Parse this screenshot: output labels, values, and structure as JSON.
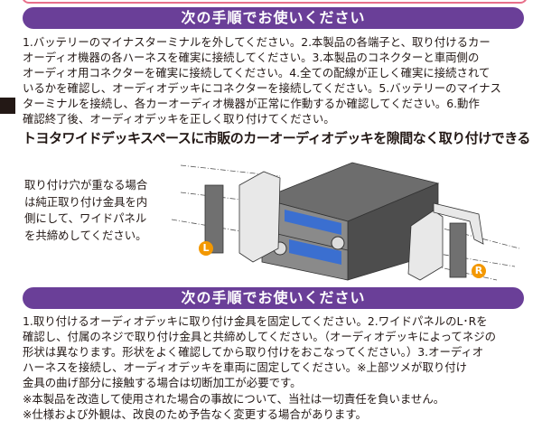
{
  "section1": {
    "header": "次の手順でお使いください",
    "lines": [
      "1.バッテリーのマイナスターミナルを外してください。2.本製品の各端子と、取り付けるカー",
      "オーディオ機器の各ハーネスを確実に接続してください。3.本製品のコネクターと車両側の",
      "オーディオ用コネクターを確実に接続してください。4.全ての配線が正しく確実に接続されて",
      "いるかを確認し、オーディオデッキにコネクターを接続してください。5.バッテリーのマイナス",
      "ターミナルを接続し、各カーオーディオ機器が正常に作動するか確認してください。6.動作",
      "確認終了後、オーディオデッキを正しく取り付けてください。"
    ]
  },
  "headline": "トヨタワイドデッキスペースに市販のカーオーディオデッキを隙間なく取り付けできる",
  "illustration": {
    "note_lines": [
      "取り付け穴が重なる場合",
      "は純正取り付け金具を内",
      "側にして、ワイドパネル",
      "を共締めしてください。"
    ],
    "label_left": "L",
    "label_right": "R",
    "colors": {
      "badge": "#f39800",
      "display": "#3b6fd0"
    }
  },
  "section2": {
    "header": "次の手順でお使いください",
    "lines": [
      "1.取り付けるオーディオデッキに取り付け金具を固定してください。2.ワイドパネルのL･Rを",
      "確認し、付属のネジで取り付け金具と共締めしてください。（オーディオデッキによってネジの",
      "形状は異なります。形状をよく確認してから取り付けをおこなってください。）3.オーディオ",
      "ハーネスを接続し、オーディオデッキを車両に固定してください。※上部ツメが取り付け",
      "金具の曲げ部分に接触する場合は切断加工が必要です。"
    ]
  },
  "footnotes": [
    "※本製品を改造して使用された場合の事故について、当社は一切責任を負いません。",
    "※仕様および外観は、改良のため予告なく変更する場合があります。"
  ],
  "colors": {
    "header_bg": "#6a3f98",
    "top_border": "#e8708a"
  }
}
